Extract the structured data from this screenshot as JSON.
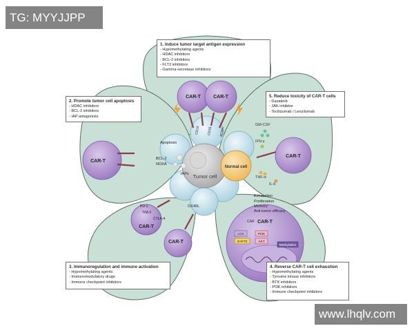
{
  "watermarks": {
    "top_left": "TG: MYYJJPP",
    "bottom_right": "www.lhqlv.com"
  },
  "panels": {
    "p1": {
      "title": "1. Induce tumor target antigen expression",
      "items": [
        "- Hypomethylating agents",
        "- HDAC inhibitors",
        "- BCL-2 inhibitors",
        "- FLT3 inhibitors",
        "- Gamma-secretase inhibitors"
      ]
    },
    "p2": {
      "title": "2. Promote tumor cell apoptosis",
      "items": [
        "- HDAC inhibitors",
        "- BCL-2 inhibitors",
        "- IAP antagonists"
      ]
    },
    "p3": {
      "title": "3. Immunoregulation and immune activation",
      "items": [
        "- Hypomethylating agents",
        "- Immunomodulatory drugs",
        "- Immune checkpoint inhibitors"
      ]
    },
    "p4": {
      "title": "4. Reverse CAR-T cell exhaustion",
      "items": [
        "- Hypomethylating agents",
        "- Tyrosine kinase inhibitors",
        "- BTK inhibitors",
        "- PI3K inhibitors",
        "- Immune checkpoint inhibitors"
      ]
    },
    "p5": {
      "title": "5. Reduce toxicity of CAR-T cells",
      "items": [
        "- Dasatinib",
        "- JAK inhibitor",
        "- Tocilizumab / Lenzilumab"
      ]
    }
  },
  "labels": {
    "car_t": "CAR-T",
    "tumor_cell": "Tumor cell",
    "normal_cell": "Normal cell",
    "apoptosis": "Apoptosis",
    "bcl2": "BCL-2",
    "noxa": "NOXA",
    "iaps": "IAPs",
    "ox40l": "OX40L",
    "gm_csf": "GM-CSF",
    "ifn": "IFN-γ",
    "il6": "IL-6",
    "tnf": "TNF-α",
    "exhaustion": "Exhaustion",
    "proliferation": "Proliferation",
    "memory": "Memory",
    "anti_tumor": "Anti-tumor efficacy",
    "car": "CAR",
    "lck": "LCK",
    "zap70": "ZAP70",
    "pi3k": "PI3K",
    "akt": "AKT",
    "methylation": "Methylation",
    "pd1": "PD-1",
    "tim3": "TIM-3",
    "ctla4": "CTLA-4",
    "cd19": "CD19",
    "cd33": "CD33",
    "bcma": "BCMA"
  },
  "colors": {
    "petal": "#c9e0d6",
    "petal_border": "#5b6e66",
    "car_t": "#a98bc7",
    "car_t_nucleus": "#7654a2",
    "tumor": "#bedbe6",
    "tumor_center": "#bcbcbc",
    "normal_cell": "#f2c777"
  }
}
